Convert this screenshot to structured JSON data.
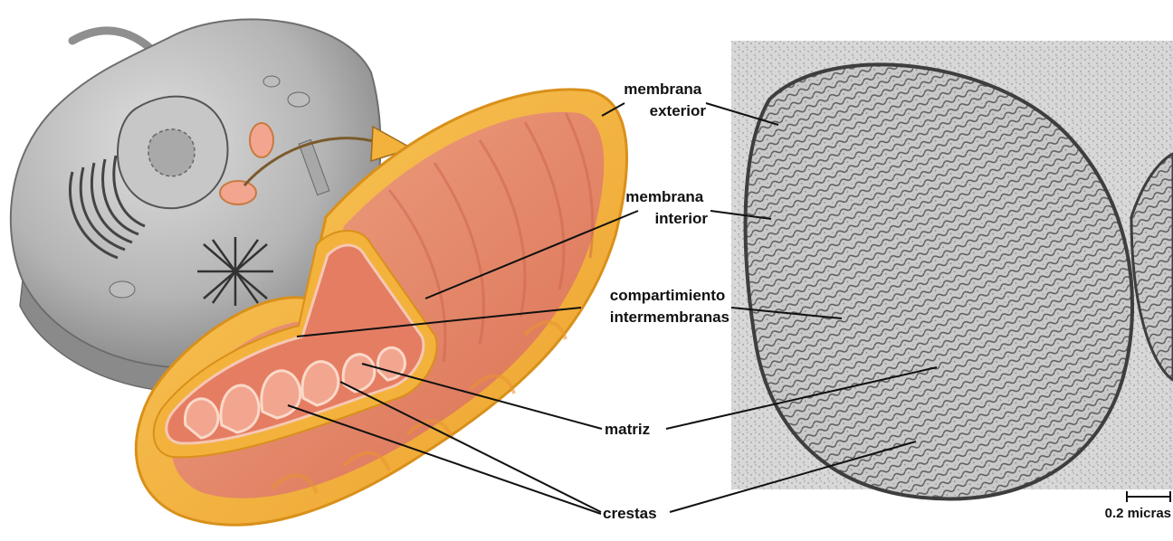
{
  "labels": {
    "outer_membrane_line1": "membrana",
    "outer_membrane_line2": "exterior",
    "inner_membrane_line1": "membrana",
    "inner_membrane_line2": "interior",
    "intermembrane_line1": "compartimiento",
    "intermembrane_line2": "intermembranas",
    "matrix": "matriz",
    "cristae": "crestas"
  },
  "scale_bar": {
    "label": "0.2 micras",
    "value": 0.2,
    "unit": "micras"
  },
  "colors": {
    "outer_membrane": "#f3b23c",
    "outer_membrane_edge": "#d9901a",
    "interior": "#e8836a",
    "cristae_fill": "#f2a58f",
    "cell_gray": "#9a9a9a",
    "micrograph_bg": "#cfcfcf"
  }
}
